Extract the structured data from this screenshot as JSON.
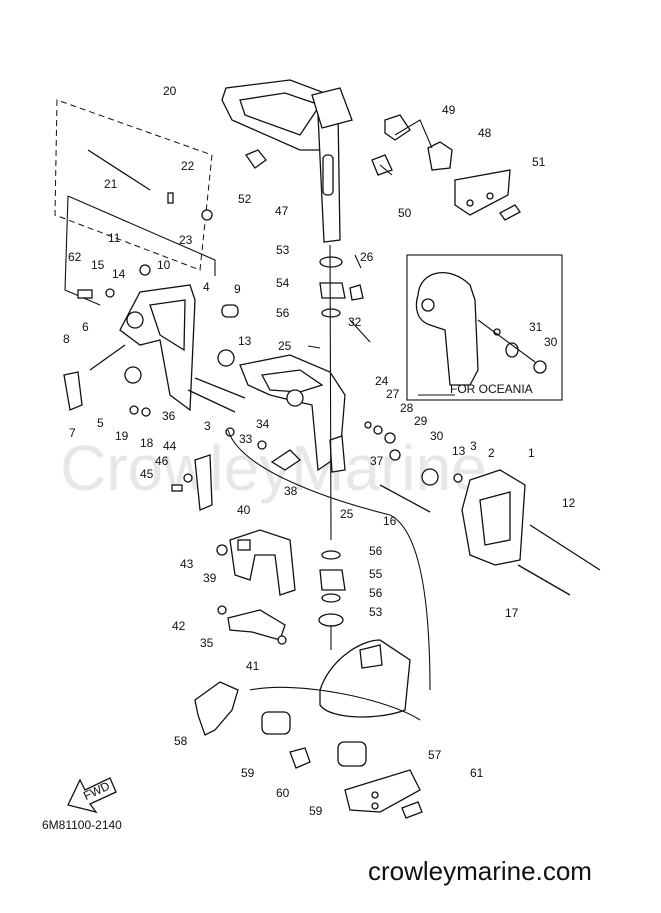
{
  "watermark": "CrowleyMarine",
  "footer": {
    "code": "6M81100-2140",
    "site": "crowleymarine.com"
  },
  "inset": {
    "label": "FOR OCEANIA"
  },
  "fwd_label": "FWD",
  "callouts": {
    "n1": "1",
    "n2": "2",
    "n3a": "3",
    "n3b": "3",
    "n4": "4",
    "n5": "5",
    "n6": "6",
    "n7": "7",
    "n8": "8",
    "n9": "9",
    "n10": "10",
    "n11": "11",
    "n12": "12",
    "n13a": "13",
    "n13b": "13",
    "n14": "14",
    "n15": "15",
    "n16": "16",
    "n17": "17",
    "n18": "18",
    "n19": "19",
    "n20": "20",
    "n21": "21",
    "n22": "22",
    "n23": "23",
    "n24": "24",
    "n25a": "25",
    "n25b": "25",
    "n26": "26",
    "n27": "27",
    "n28": "28",
    "n29": "29",
    "n30a": "30",
    "n30b": "30",
    "n31": "31",
    "n32": "32",
    "n33": "33",
    "n34": "34",
    "n35": "35",
    "n36": "36",
    "n37": "37",
    "n38": "38",
    "n39": "39",
    "n40": "40",
    "n41": "41",
    "n42": "42",
    "n43": "43",
    "n44": "44",
    "n45": "45",
    "n46": "46",
    "n47": "47",
    "n48": "48",
    "n49": "49",
    "n50": "50",
    "n51": "51",
    "n52": "52",
    "n53a": "53",
    "n53b": "53",
    "n54": "54",
    "n55": "55",
    "n56a": "56",
    "n56b": "56",
    "n56c": "56",
    "n57": "57",
    "n58": "58",
    "n59a": "59",
    "n59b": "59",
    "n60": "60",
    "n61": "61",
    "n62": "62"
  }
}
